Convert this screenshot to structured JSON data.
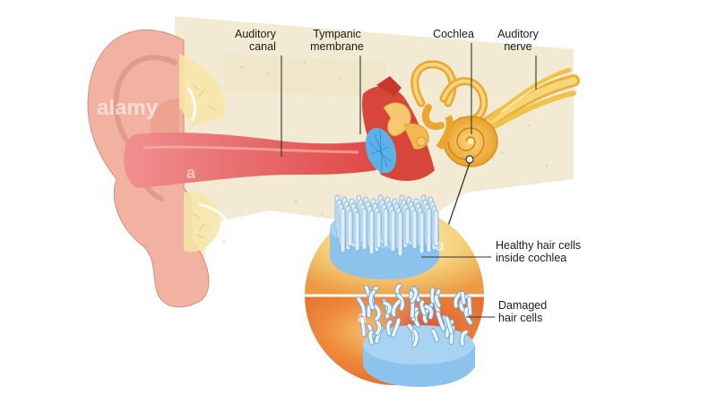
{
  "labels": {
    "auditory_canal": [
      "Auditory",
      "canal"
    ],
    "tympanic_membrane": [
      "Tympanic",
      "membrane"
    ],
    "cochlea": "Cochlea",
    "auditory_nerve": [
      "Auditory",
      "nerve"
    ],
    "healthy_hair_cells": [
      "Healthy hair cells",
      "inside cochlea"
    ],
    "damaged_hair_cells": [
      "Damaged",
      "hair cells"
    ]
  },
  "watermark": {
    "logo_text": "alamy",
    "letter": "a"
  },
  "colors": {
    "skin": "#f2b2a2",
    "canal": "#e85a5a",
    "bone": "#f5ecd7",
    "cartilage": "#f7e6a8",
    "cochlea": "#f3b93f",
    "nerve": "#f0c24a",
    "membrane": "#5ab2e8",
    "hair_cells": "#dfeefa",
    "hair_base": "#8cc3ec",
    "sphere_light": "#f8df9e",
    "sphere_dark": "#e86b2b",
    "damage_red": "#d83a2a"
  }
}
